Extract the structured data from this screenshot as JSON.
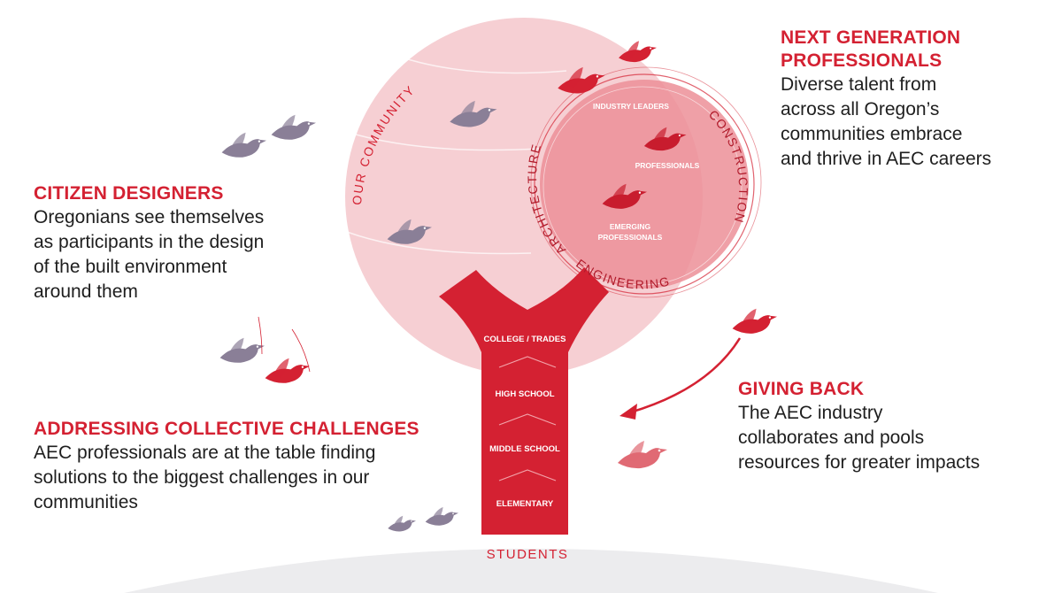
{
  "colors": {
    "accent_red": "#d42132",
    "canopy_pink": "#f6cfd3",
    "nest_pink": "#ec8f98",
    "grey_bird": "#8a7f97",
    "text_dark": "#1e1e1e",
    "hill_grey": "#ececee"
  },
  "icons": [
    "grey-bird-icon",
    "red-bird-icon",
    "curved-arrow-icon"
  ],
  "callouts": {
    "citizen": {
      "heading": "CITIZEN DESIGNERS",
      "lines": [
        "Oregonians see themselves",
        "as participants in the design",
        "of the built environment",
        "around them"
      ]
    },
    "addressing": {
      "heading": "ADDRESSING COLLECTIVE CHALLENGES",
      "lines": [
        "AEC professionals are at the table finding",
        "solutions to the biggest challenges in our",
        "communities"
      ]
    },
    "nextgen": {
      "heading_lines": [
        "NEXT GENERATION",
        "PROFESSIONALS"
      ],
      "lines": [
        "Diverse talent from",
        "across all Oregon’s",
        "communities embrace",
        "and thrive in AEC careers"
      ]
    },
    "giving": {
      "heading": "GIVING BACK",
      "lines": [
        "The AEC industry",
        "collaborates and pools",
        "resources for greater impacts"
      ]
    }
  },
  "tree": {
    "canopy_label": "OUR COMMUNITY",
    "nest": {
      "arc_left": "ARCHITECTURE",
      "arc_bottom": "ENGINEERING",
      "arc_right": "CONSTRUCTION",
      "levels": [
        "INDUSTRY LEADERS",
        "PROFESSIONALS",
        "EMERGING",
        "PROFESSIONALS"
      ]
    },
    "trunk_stages": [
      "COLLEGE / TRADES",
      "HIGH SCHOOL",
      "MIDDLE SCHOOL",
      "ELEMENTARY"
    ],
    "base_label": "STUDENTS"
  }
}
